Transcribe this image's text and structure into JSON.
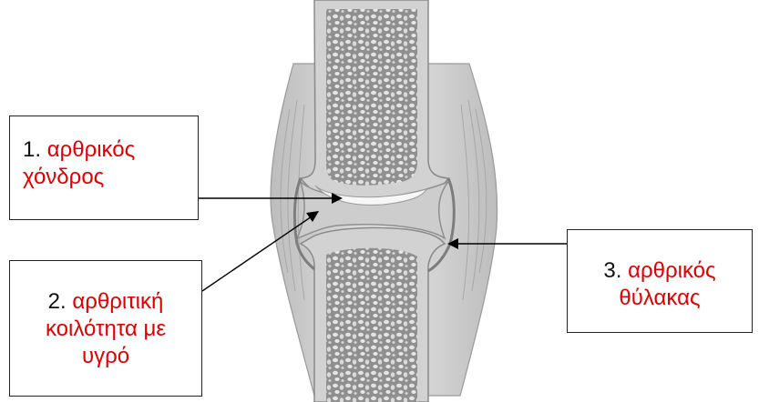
{
  "labels": [
    {
      "number": "1.",
      "term_line1": "αρθρικός",
      "term_line2": "χόνδρος"
    },
    {
      "number": "2.",
      "term_line1": "αρθριτική",
      "term_line2": "κοιλότητα με",
      "term_line3": "υγρό"
    },
    {
      "number": "3.",
      "term_line1": "αρθρικός",
      "term_line2": "θύλακας"
    }
  ],
  "colors": {
    "term_text": "#e00000",
    "number_text": "#111111",
    "bone_outer": "#d4d4d4",
    "bone_spongy": "#a9a9a9",
    "cartilage": "#f2f2f2",
    "joint_cavity": "#cfcfcf",
    "capsule": "#b8b8b8"
  }
}
